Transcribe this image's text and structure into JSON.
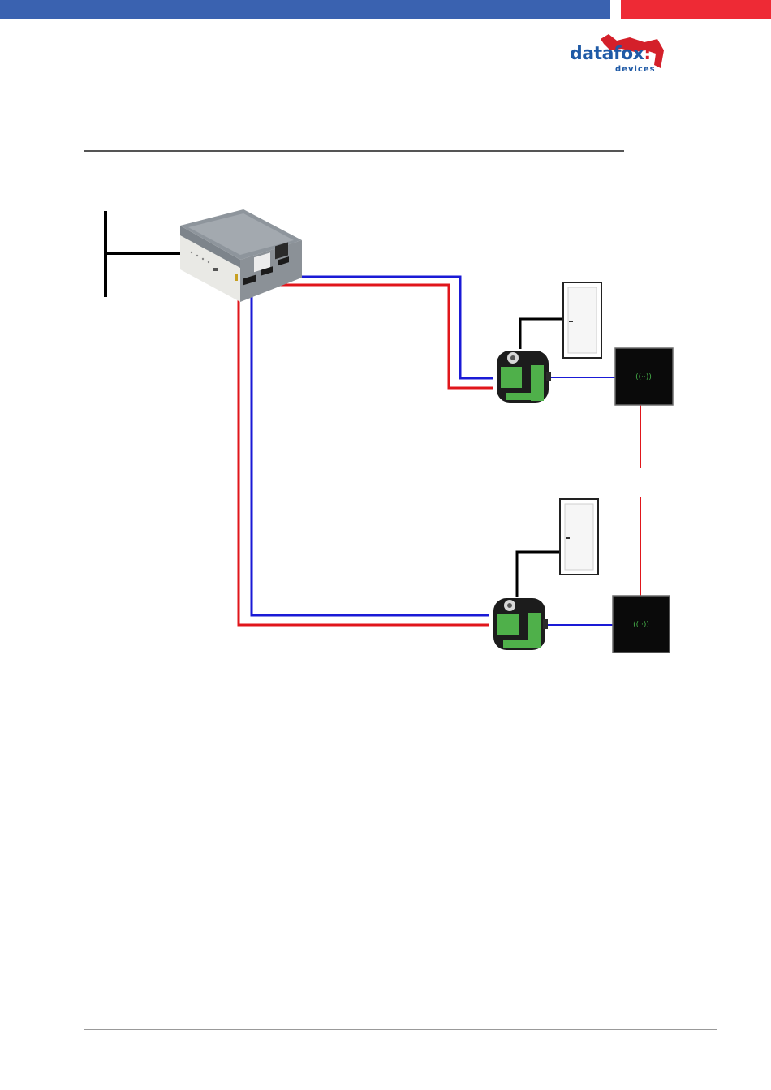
{
  "header": {
    "left_bar_color": "#3a62b0",
    "right_bar_color": "#ee2a35"
  },
  "logo": {
    "word_part1": "data",
    "word_part2": "fox",
    "colon": ":",
    "sub": "devices",
    "blue": "#1f5aa6",
    "red": "#d4202a"
  },
  "diagram": {
    "nodes": [
      "network-bus",
      "controller-box",
      "access-module-1",
      "door-1",
      "rfid-reader-1",
      "access-module-2",
      "door-2",
      "rfid-reader-2"
    ],
    "wire_colors": {
      "blue": "#1a1ad6",
      "red": "#e0161b",
      "black": "#000000"
    },
    "reader_icon": "rfid-wave-icon",
    "door_icon": "door-icon"
  }
}
